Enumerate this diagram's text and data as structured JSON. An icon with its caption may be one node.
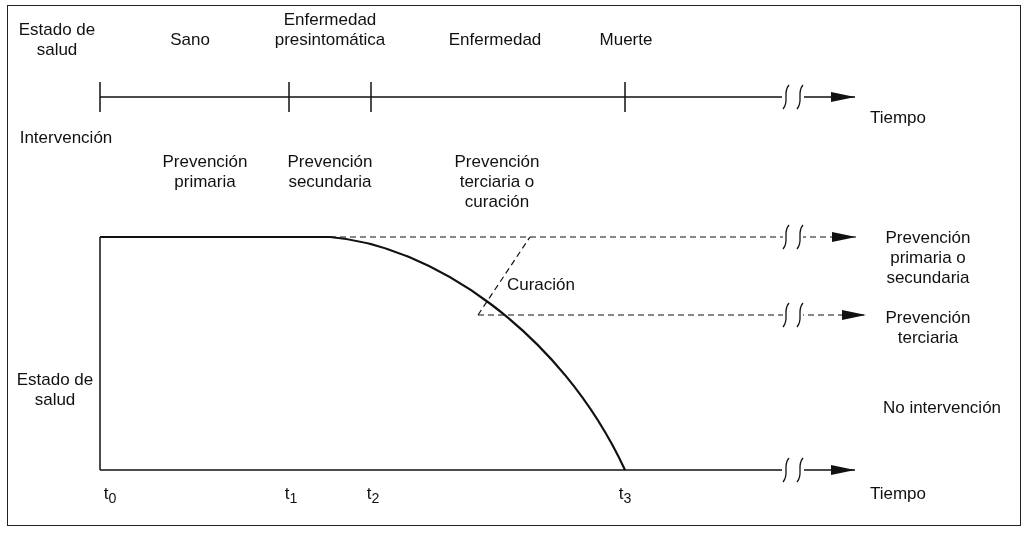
{
  "diagram": {
    "nodes": [
      {
        "text": [
          "Prevención primaria o secundaria"
        ]
      },
      {
        "text": [
          "Prevención terciaria"
        ]
      }
    ],
    "edges": [
      {
        "from": null,
        "to": 0,
        "arrow": "to",
        "style": "dashed"
      },
      {
        "from": null,
        "to": 1,
        "arrow": "to",
        "style": "dashed"
      }
    ],
    "labels": [
      "Estado de salud",
      "Sano",
      "Enfermedad presintomática",
      "Enfermedad",
      "Muerte",
      "Tiempo",
      "Prevención primaria",
      "Prevención secundaria",
      "Prevención terciaria o curación",
      "Intervención",
      "Curación",
      "Estado de salud",
      "No intervención",
      "t$_{0}$",
      "t$_{1}$",
      "t$_{2}$",
      "t$_{3}$",
      "Tiempo"
    ]
  }
}
